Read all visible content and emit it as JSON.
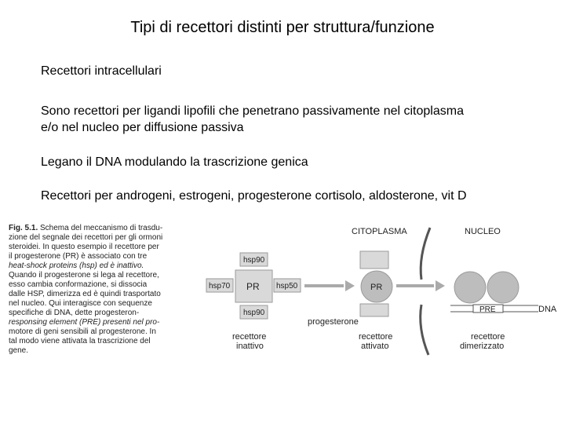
{
  "title": "Tipi di recettori distinti per struttura/funzione",
  "paragraphs": [
    "Recettori intracellulari",
    "Sono recettori per ligandi lipofili che penetrano passivamente nel citoplasma",
    "e/o nel nucleo per diffusione passiva",
    "Legano il DNA modulando la trascrizione genica",
    "Recettori per androgeni, estrogeni, progesterone cortisolo, aldosterone, vit D"
  ],
  "caption": {
    "fig_label": "Fig. 5.1.",
    "lines": [
      " Schema del meccanismo di trasdu-",
      "zione del segnale dei recettori per gli ormoni",
      "steroidei. In questo esempio il recettore per",
      "il progesterone (PR) è associato con tre",
      "heat-shock proteins (hsp) ed è inattivo.",
      "Quando il progesterone si lega al recettore,",
      "esso cambia conformazione, si dissocia",
      "dalle HSP, dimerizza ed è quindi trasportato",
      "nel nucleo. Qui interagisce con sequenze",
      "specifiche di DNA, dette progesteron-",
      "responsing element (PRE) presenti nel pro-",
      "motore di geni sensibili al progesterone. In",
      "tal modo viene attivata la trascrizione del",
      "gene."
    ]
  },
  "figure": {
    "citoplasma": "CITOPLASMA",
    "nucleo": "NUCLEO",
    "hsp90_top": "hsp90",
    "hsp70": "hsp70",
    "pr_inactive": "PR",
    "hsp50": "hsp50",
    "hsp90_bottom": "hsp90",
    "pr_active": "PR",
    "progesterone": "progesterone",
    "pre": "PRE",
    "dna": "DNA",
    "label_inactive_1": "recettore",
    "label_inactive_2": "inattivo",
    "label_active_1": "recettore",
    "label_active_2": "attivato",
    "label_dimer_1": "recettore",
    "label_dimer_2": "dimerizzato"
  },
  "colors": {
    "box_fill": "#d9d9d9",
    "box_stroke": "#9a9a9a",
    "circle_fill": "#bdbdbd"
  }
}
